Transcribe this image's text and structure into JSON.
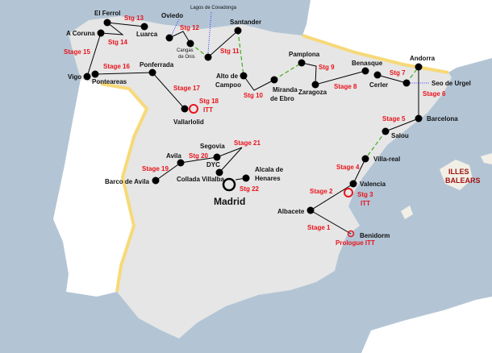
{
  "map": {
    "colors": {
      "sea": "#b3c5d5",
      "spain": "#e6e6e6",
      "neighbours": "#ffffff",
      "border": "#f7d978",
      "route": "#000000",
      "transfer": "#44aa22",
      "pointer": "#3333ff",
      "stage_label": "#e8141c",
      "itt_marker": "#e8141c"
    },
    "capital": "Madrid",
    "region_label": [
      "ILLES",
      "BALEARS"
    ],
    "cities": [
      "El Ferrol",
      "A Coruna",
      "Luarca",
      "Oviedo",
      "Lagos de Covadonga",
      "Cangas",
      "de Onis",
      "Santander",
      "Vigo",
      "Ponteareas",
      "Ponferrada",
      "Vallarlolid",
      "Alto de",
      "Campoo",
      "Miranda",
      "de Ebro",
      "Pamplona",
      "Zaragoza",
      "Benasque",
      "Cerler",
      "Andorra",
      "Seo de Urgel",
      "Barcelona",
      "Salou",
      "Villa-real",
      "Valencia",
      "Albacete",
      "Benidorm",
      "Segovia",
      "Avila",
      "DYC",
      "Barco de Avila",
      "Collada Villalba",
      "Alcala de",
      "Henares"
    ],
    "stages": [
      "Stg 13",
      "Stg 14",
      "Stage 15",
      "Stg 12",
      "Stg 11",
      "Stage 16",
      "Stage 17",
      "Stg 18",
      "ITT",
      "Stg 10",
      "Stg  9",
      "Stage 8",
      "Stg 7",
      "Stage 6",
      "Stage 5",
      "Stage 4",
      "Stage 2",
      "Stg 3",
      "ITT",
      "Stage 1",
      "Prologue ITT",
      "Stage 21",
      "Stg 20",
      "Stage 19",
      "Stg 22"
    ]
  }
}
